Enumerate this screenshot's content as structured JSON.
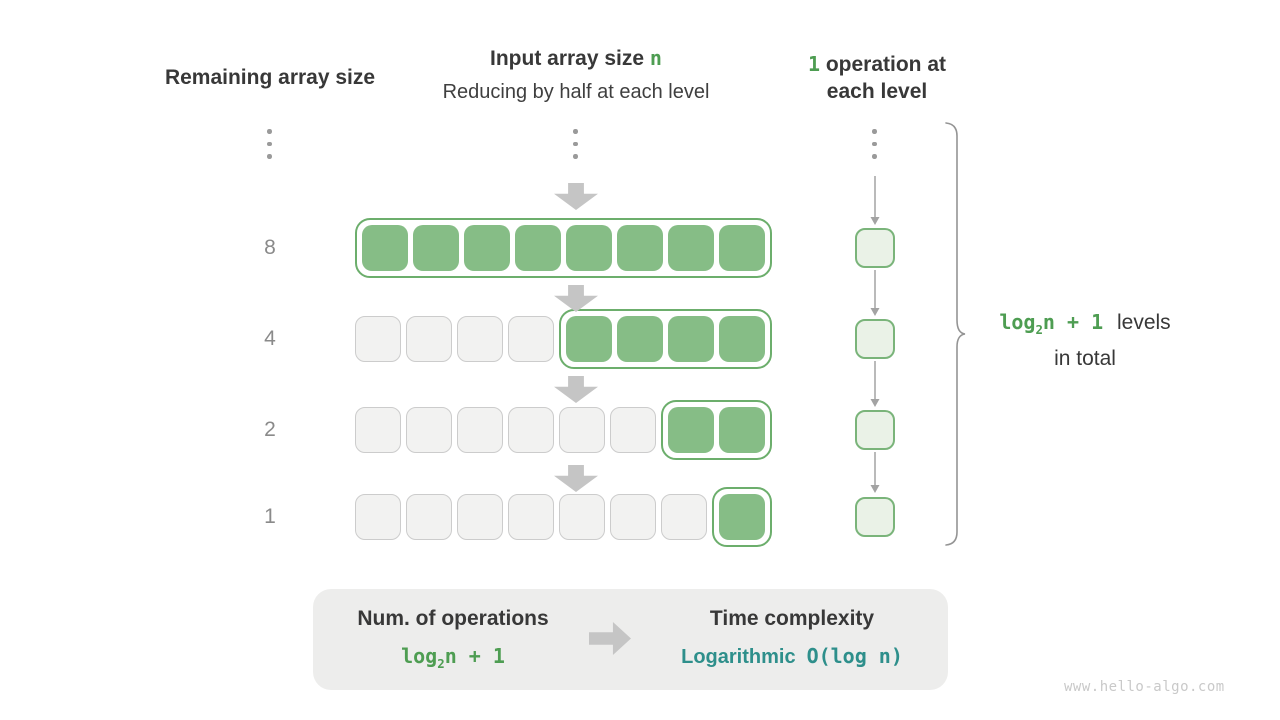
{
  "colors": {
    "green_fill": "#86bd86",
    "green_border": "#6cae6c",
    "green_text": "#4e9d52",
    "teal_text": "#2e8f8b",
    "light_green_fill": "#eaf2e7",
    "light_green_border": "#7ab47a",
    "gray_cell_fill": "#f2f2f1",
    "gray_cell_border": "#cccccc",
    "dark_text": "#383838",
    "subtitle_text": "#3f3f3f",
    "gray_text": "#8a8a8a",
    "dot_gray": "#9a9a9a",
    "arrow_gray": "#c5c5c5",
    "thin_arrow_gray": "#a3a3a3",
    "brace_gray": "#949494",
    "box_bg": "#ededec",
    "watermark_text_color": "#c9c9c9"
  },
  "headers": {
    "left": "Remaining array size",
    "middle_title": "Input array size",
    "middle_title_highlight": "n",
    "middle_subtitle": "Reducing by half at each level",
    "right_highlight": "1",
    "right_rest_line1": "operation at",
    "right_line2": "each level"
  },
  "rows": [
    {
      "label": "8",
      "gray": 0,
      "green": 8
    },
    {
      "label": "4",
      "gray": 4,
      "green": 4
    },
    {
      "label": "2",
      "gray": 6,
      "green": 2
    },
    {
      "label": "1",
      "gray": 7,
      "green": 1
    }
  ],
  "levels_note": {
    "formula": {
      "log": "log",
      "sub": "2",
      "rest": "n + 1"
    },
    "line1_rest": "levels",
    "line2": "in total"
  },
  "summary": {
    "ops_title": "Num. of operations",
    "ops_formula": {
      "log": "log",
      "sub": "2",
      "rest": "n + 1"
    },
    "tc_title": "Time complexity",
    "tc_name": "Logarithmic",
    "tc_big_o": "O(log n)"
  },
  "watermark": "www.hello-algo.com"
}
